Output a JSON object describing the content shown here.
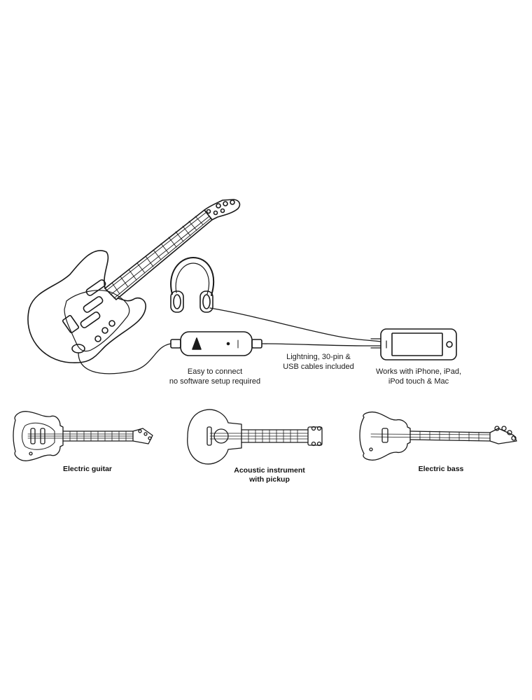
{
  "captions": {
    "connect": [
      "Easy to connect",
      "no software setup required"
    ],
    "cables": [
      "Lightning, 30-pin &",
      "USB cables included"
    ],
    "works": [
      "Works with iPhone, iPad,",
      "iPod touch & Mac"
    ]
  },
  "instruments": [
    {
      "name": "electric-guitar",
      "label": [
        "Electric guitar"
      ]
    },
    {
      "name": "acoustic-instrument",
      "label": [
        "Acoustic instrument",
        "with pickup"
      ]
    },
    {
      "name": "electric-bass",
      "label": [
        "Electric bass"
      ]
    }
  ],
  "interface_logo": "▲",
  "colors": {
    "line": "#1a1a1a",
    "background": "#ffffff"
  }
}
